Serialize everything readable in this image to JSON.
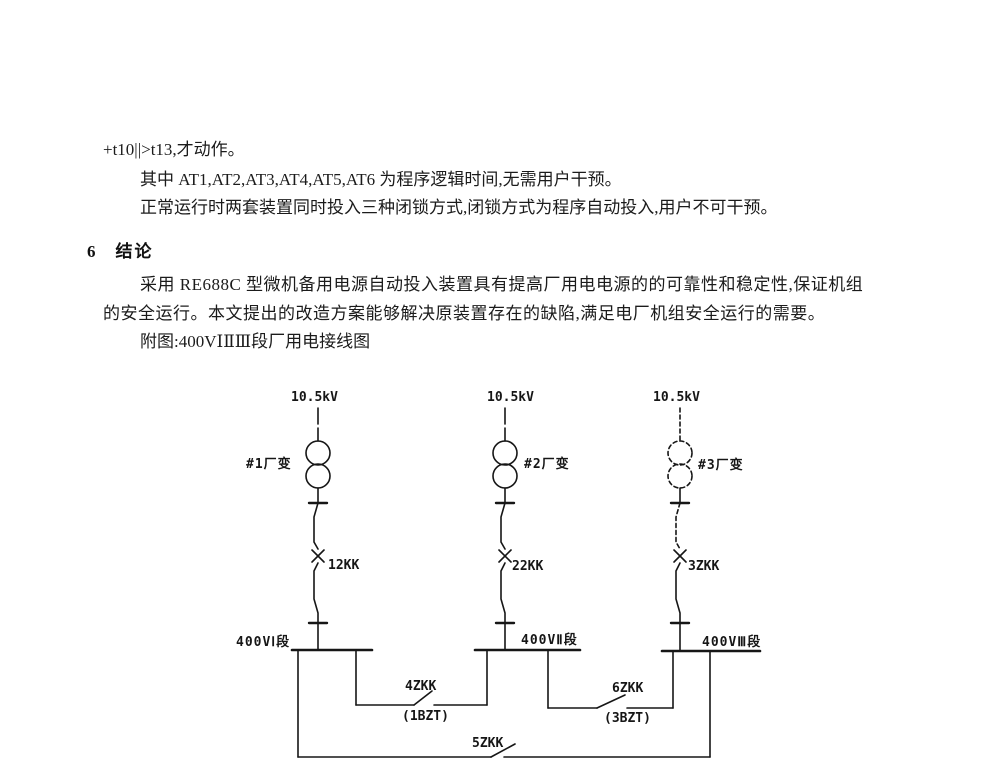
{
  "page": {
    "background": "#ffffff",
    "ink": "#161616"
  },
  "paragraphs": {
    "formula_line": "+t10||>t13,才动作。",
    "at_line": "其中 AT1,AT2,AT3,AT4,AT5,AT6 为程序逻辑时间,无需用户干预。",
    "normal_line": "正常运行时两套装置同时投入三种闭锁方式,闭锁方式为程序自动投入,用户不可干预。"
  },
  "section": {
    "number": "6",
    "title": "结论"
  },
  "conclusion": {
    "line1": "采用 RE688C 型微机备用电源自动投入装置具有提高厂用电电源的的可靠性和稳定性,保证机组",
    "line2": "的安全运行。本文提出的改造方案能够解决原装置存在的缺陷,满足电厂机组安全运行的需要。",
    "caption": "附图:400VⅠⅡⅢ段厂用电接线图"
  },
  "diagram": {
    "sources": [
      {
        "voltage": "10.5kV",
        "transformer": "#1厂变",
        "breaker": "12KK",
        "bus": "400VⅠ段"
      },
      {
        "voltage": "10.5kV",
        "transformer": "#2厂变",
        "breaker": "22KK",
        "bus": "400VⅡ段"
      },
      {
        "voltage": "10.5kV",
        "transformer": "#3厂变",
        "breaker": "3ZKK",
        "bus": "400VⅢ段"
      }
    ],
    "tie_breakers": [
      {
        "label": "4ZKK",
        "note": "(1BZT)"
      },
      {
        "label": "6ZKK",
        "note": "(3BZT)"
      },
      {
        "label": "5ZKK",
        "note": ""
      }
    ]
  }
}
